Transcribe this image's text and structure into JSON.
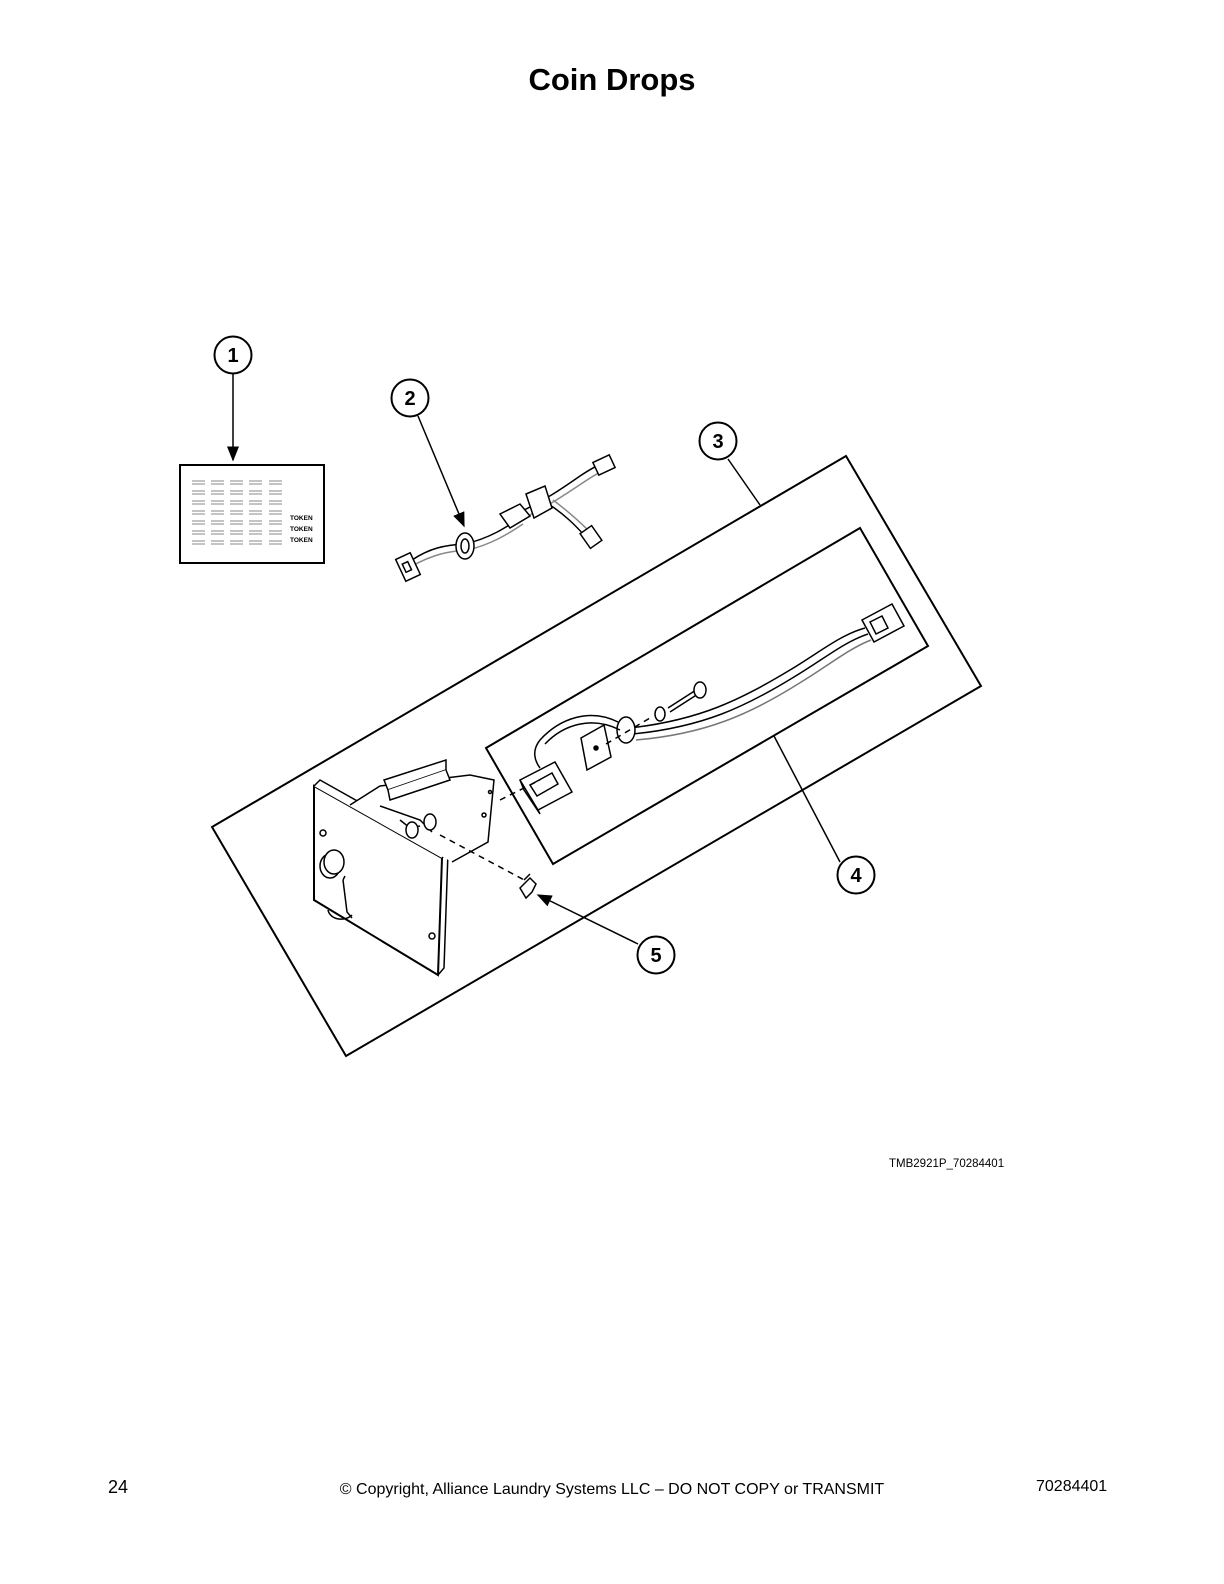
{
  "page": {
    "title": "Coin Drops",
    "figure_ref": "TMB2921P_70284401",
    "footer": {
      "page_number": "24",
      "copyright": "© Copyright, Alliance Laundry Systems LLC – DO NOT COPY or TRANSMIT",
      "doc_number": "70284401"
    }
  },
  "callouts": [
    "1",
    "2",
    "3",
    "4",
    "5"
  ],
  "label_sheet": {
    "token_lines": [
      "TOKEN",
      "TOKEN",
      "TOKEN"
    ]
  }
}
